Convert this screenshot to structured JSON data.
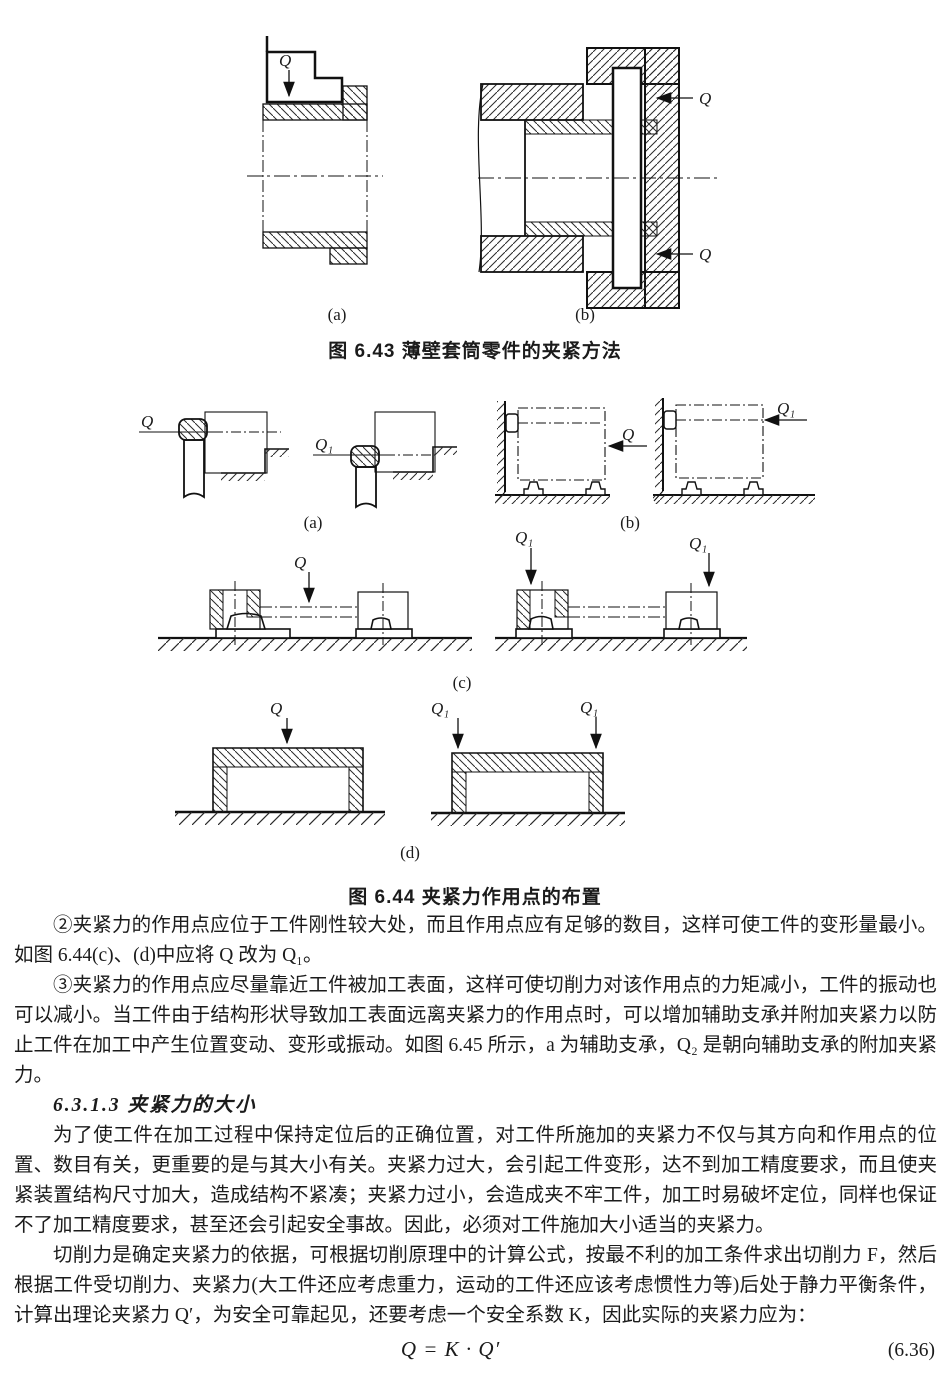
{
  "figure_643": {
    "caption": "图 6.43  薄壁套筒零件的夹紧方法",
    "label_a": "(a)",
    "label_b": "(b)",
    "q_clamp": "Q",
    "q_top": "Q",
    "q_bottom": "Q"
  },
  "figure_644": {
    "caption": "图 6.44  夹紧力作用点的布置",
    "label_a": "(a)",
    "label_b": "(b)",
    "label_c": "(c)",
    "label_d": "(d)",
    "a_left_q": "Q",
    "a_right_q": "Q₁",
    "b_left_q": "Q",
    "b_right_q": "Q₁",
    "c_left_q": "Q",
    "c_right_q1": "Q₁",
    "c_right_q2": "Q₁",
    "d_left_q": "Q",
    "d_right_q1": "Q₁",
    "d_right_q2": "Q₁"
  },
  "text": {
    "para_point2": "②夹紧力的作用点应位于工件刚性较大处，而且作用点应有足够的数目，这样可使工件的变形量最小。如图 6.44(c)、(d)中应将 Q 改为 Q₁。",
    "para_point3": "③夹紧力的作用点应尽量靠近工件被加工表面，这样可使切削力对该作用点的力矩减小，工件的振动也可以减小。当工件由于结构形状导致加工表面远离夹紧力的作用点时，可以增加辅助支承并附加夹紧力以防止工件在加工中产生位置变动、变形或振动。如图 6.45 所示，a 为辅助支承，Q₂ 是朝向辅助支承的附加夹紧力。",
    "heading": "6.3.1.3  夹紧力的大小",
    "para_size": "为了使工件在加工过程中保持定位后的正确位置，对工件所施加的夹紧力不仅与其方向和作用点的位置、数目有关，更重要的是与其大小有关。夹紧力过大，会引起工件变形，达不到加工精度要求，而且使夹紧装置结构尺寸加大，造成结构不紧凑；夹紧力过小，会造成夹不牢工件，加工时易破坏定位，同样也保证不了加工精度要求，甚至还会引起安全事故。因此，必须对工件施加大小适当的夹紧力。",
    "para_cutting": "切削力是确定夹紧力的依据，可根据切削原理中的计算公式，按最不利的加工条件求出切削力 F，然后根据工件受切削力、夹紧力(大工件还应考虑重力，运动的工件还应该考虑惯性力等)后处于静力平衡条件，计算出理论夹紧力 Q′，为安全可靠起见，还要考虑一个安全系数 K，因此实际的夹紧力应为：",
    "equation": "Q = K · Q′",
    "equation_number": "(6.36)"
  }
}
